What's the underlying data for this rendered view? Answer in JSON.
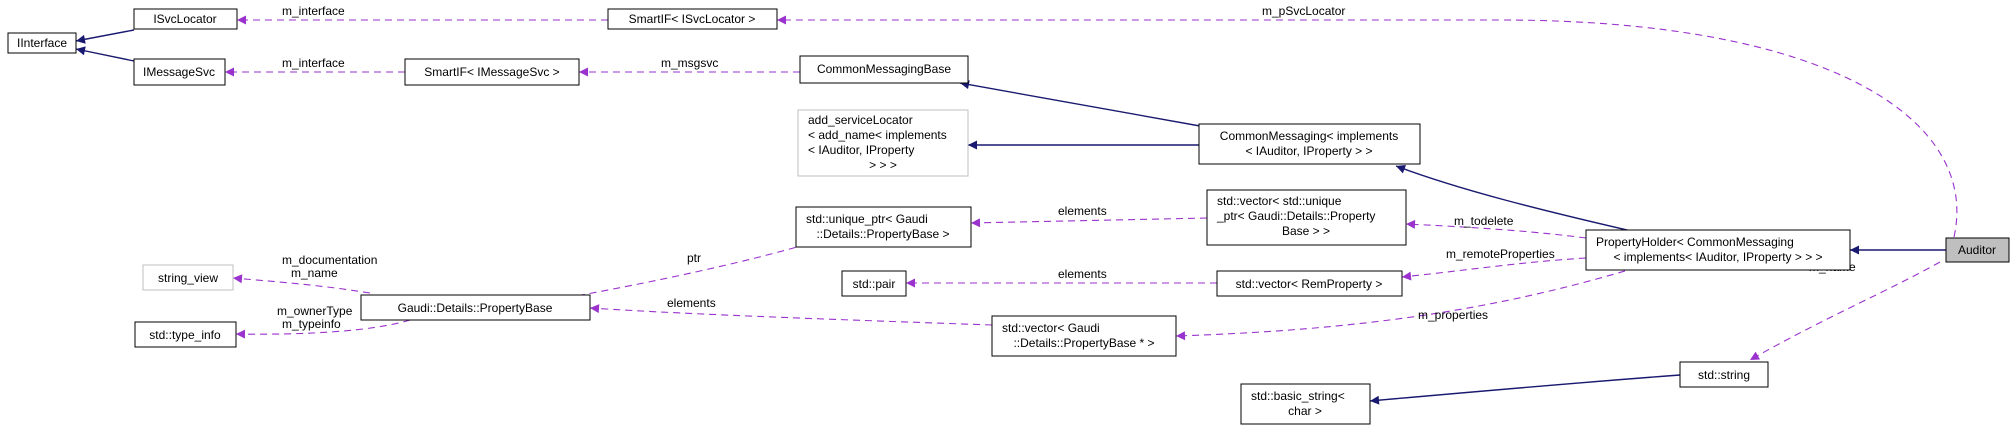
{
  "colors": {
    "inheritance": "#191970",
    "usage": "#9a32cd",
    "active_fill": "#bfbfbf",
    "external_border": "#bfbfbf"
  },
  "nodes": {
    "iinterface": "IInterface",
    "isvclocator": "ISvcLocator",
    "imessagesvc": "IMessageSvc",
    "smartif_isvclocator": "SmartIF< ISvcLocator >",
    "smartif_imessagesvc": "SmartIF< IMessageSvc >",
    "common_messaging_base": "CommonMessagingBase",
    "add_servicelocator": [
      "add_serviceLocator",
      "< add_name< implements",
      "< IAuditor, IProperty",
      "> > >"
    ],
    "common_messaging": [
      "CommonMessaging< implements",
      "< IAuditor, IProperty > >"
    ],
    "unique_ptr": [
      "std::unique_ptr< Gaudi",
      "::Details::PropertyBase >"
    ],
    "vector_unique": [
      "std::vector< std::unique",
      "_ptr< Gaudi::Details::Property",
      "Base > >"
    ],
    "property_holder": [
      "PropertyHolder< CommonMessaging",
      "< implements< IAuditor, IProperty > > >"
    ],
    "auditor": "Auditor",
    "string_view": "string_view",
    "property_base": "Gaudi::Details::PropertyBase",
    "std_pair": "std::pair",
    "vector_remprop": "std::vector< RemProperty >",
    "type_info": "std::type_info",
    "vector_propbase": [
      "std::vector< Gaudi",
      "::Details::PropertyBase * >"
    ],
    "std_string": "std::string",
    "basic_string": [
      "std::basic_string<",
      "char >"
    ]
  },
  "edge_labels": {
    "isvclocator_interface": "m_interface",
    "imessagesvc_interface": "m_interface",
    "svclocator": "m_pSvcLocator",
    "msgsvc": "m_msgsvc",
    "unique_elements": "elements",
    "ptr": "ptr",
    "todelete": "m_todelete",
    "pair_elements": "elements",
    "remote_properties": "m_remoteProperties",
    "documentation": "m_documentation",
    "name": "m_name",
    "owner_type": "m_ownerType",
    "typeinfo": "m_typeinfo",
    "propbase_elements": "elements",
    "properties": "m_properties",
    "auditor_name": "m_name"
  }
}
